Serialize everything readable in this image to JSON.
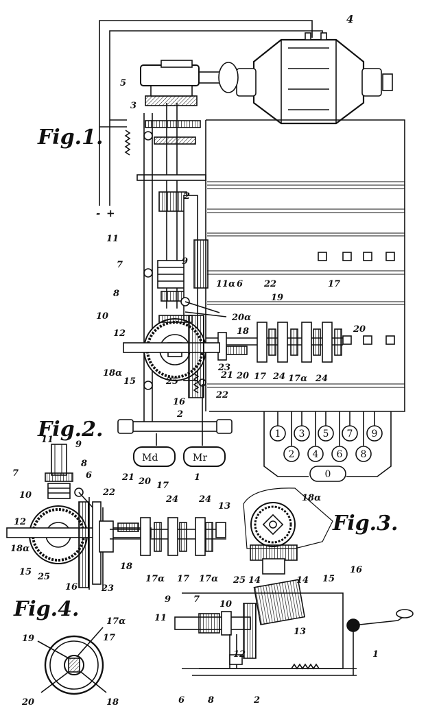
{
  "figures": {
    "fig1": "Fig.1.",
    "fig2": "Fig.2.",
    "fig3": "Fig.3.",
    "fig4": "Fig.4."
  },
  "terminals": {
    "minus": "-",
    "plus": "+"
  },
  "motor_label": "4",
  "boxes": {
    "md": "Md",
    "mr": "Mr"
  },
  "keypad": {
    "top_row": [
      "1",
      "3",
      "5",
      "7",
      "9"
    ],
    "bottom_row": [
      "2",
      "4",
      "6",
      "8"
    ],
    "zero": "0"
  },
  "fig1_labels": {
    "l5": "5",
    "l3": "3",
    "l2a": "2",
    "l11": "11",
    "l9": "9",
    "l7": "7",
    "l8": "8",
    "l11a": "11α",
    "l6": "6",
    "l22": "22",
    "l10": "10",
    "l20a": "20α",
    "l12": "12",
    "l19": "19",
    "l17": "17",
    "l18": "18",
    "l20": "20",
    "l18a": "18α",
    "l21": "21",
    "l23": "23",
    "l20b": "20",
    "l17b": "17",
    "l24": "24",
    "l17a": "17α",
    "l24b": "24",
    "l15": "15",
    "l25": "25",
    "l16": "16",
    "l22b": "22",
    "l2b": "2",
    "l1": "1"
  },
  "fig2_labels": {
    "l11": "11",
    "l9": "9",
    "l8": "8",
    "l7": "7",
    "l6": "6",
    "l10": "10",
    "l21": "21",
    "l20": "20",
    "l17": "17",
    "l24": "24",
    "l22": "22",
    "l24b": "24",
    "l13": "13",
    "l12": "12",
    "l18a": "18α",
    "l15": "15",
    "l25": "25",
    "l16": "16",
    "l23": "23",
    "l18": "18",
    "l17a": "17α",
    "l17b": "17",
    "l17a2": "17α"
  },
  "fig3_labels": {
    "l18a": "18α",
    "l15": "15",
    "l16": "16",
    "l25": "25",
    "l14a": "14",
    "l14b": "14",
    "l9": "9",
    "l7": "7",
    "l10": "10",
    "l11": "11",
    "l13": "13",
    "l12": "12",
    "l6": "6",
    "l8": "8",
    "l2": "2",
    "l1": "1"
  },
  "fig4_labels": {
    "l19": "19",
    "l17a": "17α",
    "l17": "17",
    "l20": "20",
    "l18": "18"
  }
}
